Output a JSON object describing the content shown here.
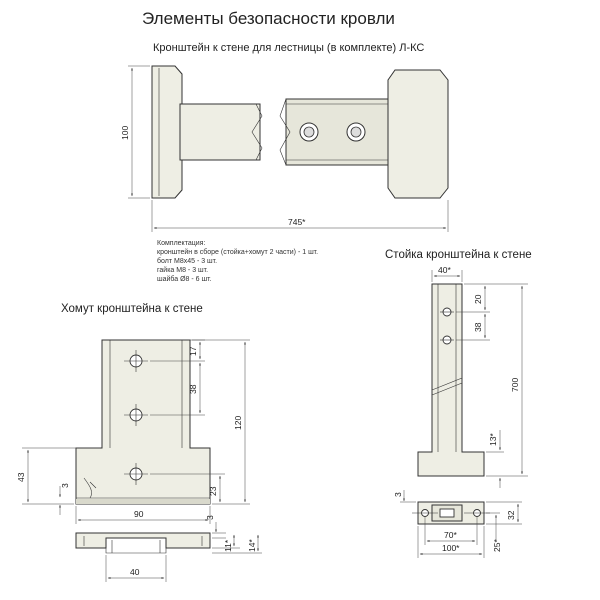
{
  "title": "Элементы безопасности кровли",
  "subtitle": "Кронштейн к стене для лестницы (в комплекте) Л-КС",
  "top_view": {
    "dim_height": "100",
    "dim_length": "745*"
  },
  "kit": {
    "heading": "Комплектация:",
    "items": [
      "кронштейн в сборе (стойка+хомут 2 части) - 1 шт.",
      "болт М8х45 - 3 шт.",
      "гайка М8 - 3 шт.",
      "шайба Ø8 - 6 шт."
    ]
  },
  "clamp_view": {
    "title": "Хомут кронштейна к стене",
    "dims": {
      "d17": "17",
      "d38": "38",
      "d120": "120",
      "d23": "23",
      "d43": "43",
      "d3a": "3",
      "d90": "90",
      "d3b": "3",
      "d11": "11*",
      "d14": "14*",
      "d40": "40"
    }
  },
  "post_view": {
    "title": "Стойка кронштейна к стене",
    "dims": {
      "d40": "40*",
      "d20": "20",
      "d38": "38",
      "d700": "700",
      "d13": "13*",
      "d3": "3",
      "d32": "32",
      "d70": "70*",
      "d100": "100*",
      "d25": "25*"
    }
  }
}
